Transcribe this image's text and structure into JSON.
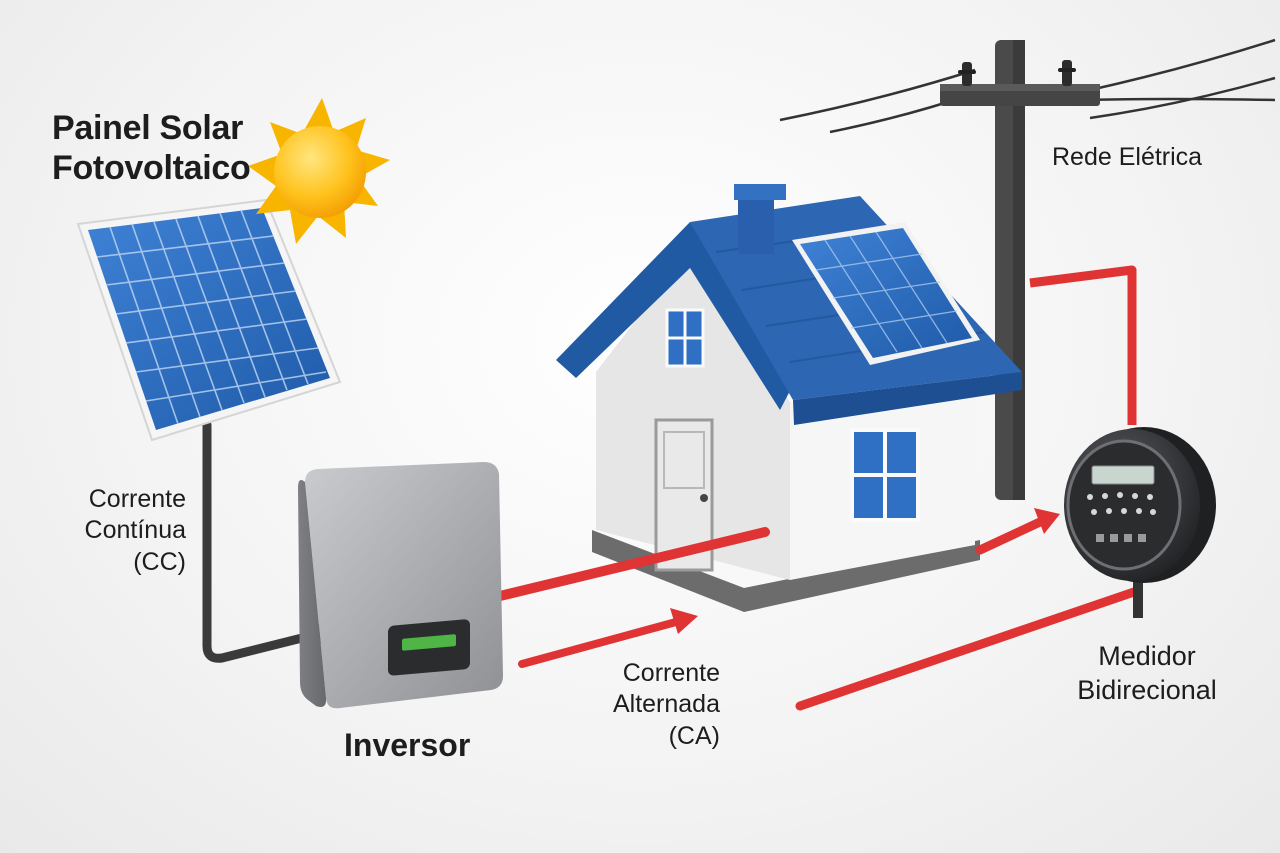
{
  "labels": {
    "solar_panel": [
      "Painel Solar",
      "Fotovoltaico"
    ],
    "grid": "Rede Elétrica",
    "dc_current": [
      "Corrente",
      "Contínua",
      "(CC)"
    ],
    "inverter": "Inversor",
    "ac_current": [
      "Corrente",
      "Alternada",
      "(CA)"
    ],
    "meter": [
      "Medidor",
      "Bidirecional"
    ]
  },
  "colors": {
    "panel_blue": "#2f6fc4",
    "roof_blue": "#2d66b3",
    "power_line_red": "#e03434",
    "dc_cable": "#3a3a3a",
    "inverter_gray": "#a9abae",
    "sun_yellow": "#f7b500",
    "pole_gray": "#4a4a4a",
    "display_green": "#4fb547"
  },
  "icons": [
    "sun-icon",
    "solar-panel-icon",
    "inverter-icon",
    "house-icon",
    "utility-pole-icon",
    "bidirectional-meter-icon"
  ]
}
